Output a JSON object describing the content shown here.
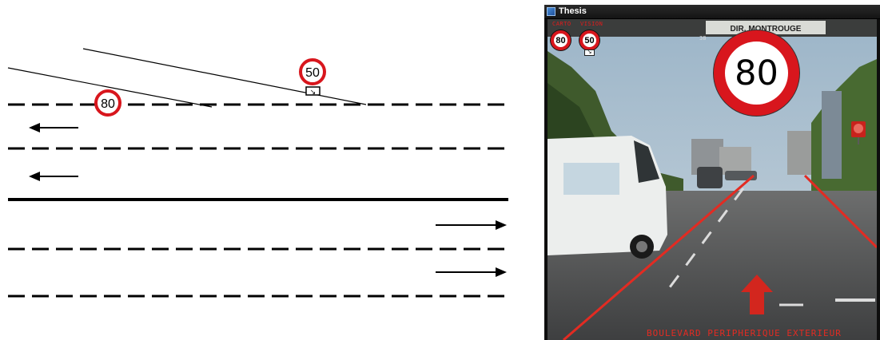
{
  "diagram": {
    "sign_80": "80",
    "sign_50": "50",
    "sign_50_arrow": "↘"
  },
  "window": {
    "title": "Thesis",
    "hud": {
      "carto_label": "CARTO",
      "vision_label": "VISION",
      "carto_speed": "80",
      "vision_speed": "50",
      "vision_arrow": "↘"
    },
    "big_sign_speed": "80",
    "big_sign_confidence": "38",
    "overhead_sign_text": "DIR. MONTROUGE",
    "street_name": "BOULEVARD PERIPHERIQUE EXTERIEUR"
  },
  "colors": {
    "sign_red": "#d8161d",
    "overlay_red": "#e32b22",
    "lane_line": "#000000"
  }
}
